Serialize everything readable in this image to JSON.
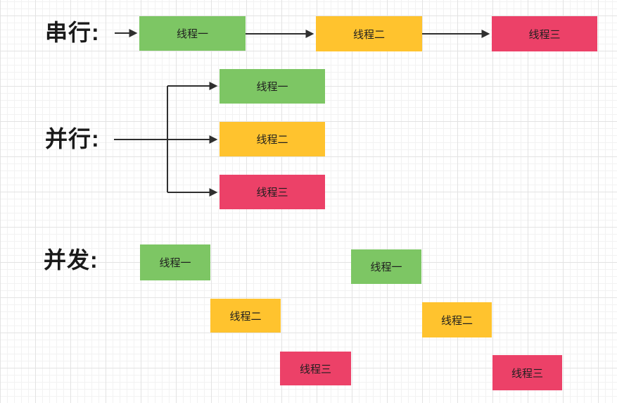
{
  "sections": {
    "serial": {
      "label": "串行:",
      "threads": [
        "线程一",
        "线程二",
        "线程三"
      ]
    },
    "parallel": {
      "label": "并行:",
      "threads": [
        "线程一",
        "线程二",
        "线程三"
      ]
    },
    "concurrent": {
      "label": "并发:",
      "runs": [
        [
          "线程一",
          "线程二",
          "线程三"
        ],
        [
          "线程一",
          "线程二",
          "线程三"
        ]
      ]
    }
  },
  "colors": {
    "thread1_fill": "#7DC664",
    "thread2_fill": "#FFC32E",
    "thread3_fill": "#EC4168",
    "connector": "#2F2F2F",
    "label_text": "#1A1A1A",
    "grid_major": "#E3E3E3",
    "grid_minor": "#F2F2F2"
  }
}
